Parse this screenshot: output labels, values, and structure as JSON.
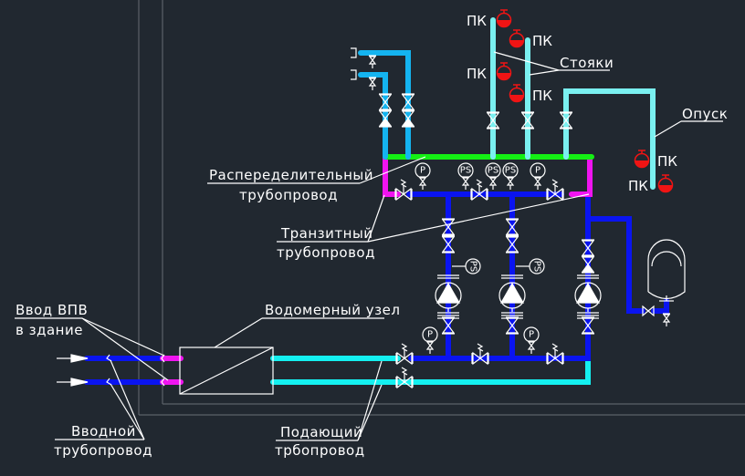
{
  "title": "Схема ввода ВПВ с насосной установкой",
  "colors": {
    "background": "#212830",
    "frame": "#5b6168",
    "inlet_pipe": "#0a14f0",
    "transit_pipe": "#f014f0",
    "distribution_pipe": "#14f014",
    "supply_pipe": "#14f0f0",
    "riser_pipe": "#7af0f0",
    "upper_pipe": "#14b4f0",
    "pump_pipe": "#0a14f0",
    "fire_valve": "#f01414",
    "symbol": "#ffffff"
  },
  "labels": {
    "inlet_vpv_line1": "Ввод ВПВ",
    "inlet_vpv_line2": "в здание",
    "water_meter": "Водомерный узел",
    "distribution_line1": "Распеределительный",
    "distribution_line2": "трубопровод",
    "transit_line1": "Транзитный",
    "transit_line2": "трубопровод",
    "risers": "Стояки",
    "descent": "Опуск",
    "inlet_pipe_line1": "Вводной",
    "inlet_pipe_line2": "трубопровод",
    "supply_line1": "Подающий",
    "supply_line2": "трбопровод"
  },
  "fire_valves": [
    {
      "label": "ПК",
      "side": "left"
    },
    {
      "label": "ПК",
      "side": "right"
    },
    {
      "label": "ПК",
      "side": "left"
    },
    {
      "label": "ПК",
      "side": "right"
    },
    {
      "label": "ПК",
      "side": "right"
    },
    {
      "label": "ПК",
      "side": "left"
    }
  ],
  "instruments": {
    "manifold": [
      "P",
      "PS",
      "PS",
      "PS",
      "P"
    ],
    "pump_pressure_switch": [
      "PS",
      "PS"
    ],
    "discharge": [
      "P",
      "P"
    ]
  },
  "pumps": {
    "count": 3
  }
}
